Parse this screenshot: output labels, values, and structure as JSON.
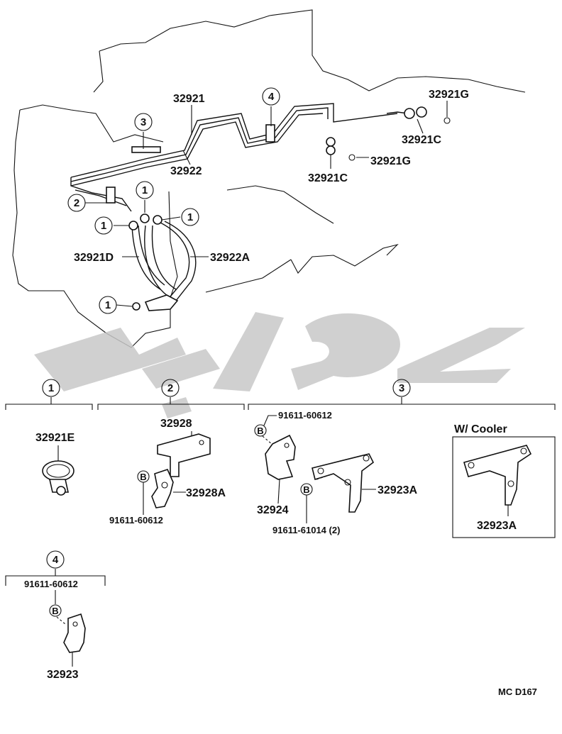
{
  "callout_numbers": {
    "c1": "1",
    "c2": "2",
    "c3": "3",
    "c4": "4"
  },
  "main_labels": {
    "p32921": "32921",
    "p32922": "32922",
    "p32921G_a": "32921G",
    "p32921C_a": "32921C",
    "p32921G_b": "32921G",
    "p32921C_b": "32921C",
    "p32921D": "32921D",
    "p32922A": "32922A"
  },
  "group1": {
    "callout": "1",
    "part": "32921E"
  },
  "group2": {
    "callout": "2",
    "bracket": "32928",
    "clamp": "32928A",
    "bolt_mark": "B",
    "bolt": "91611-60612"
  },
  "group3": {
    "callout": "3",
    "bolt_top_mark": "B",
    "bolt_top": "91611-60612",
    "bracket_small": "32924",
    "bracket_large": "32923A",
    "bolt_bottom_mark": "B",
    "bolt_bottom": "91611-61014 (2)",
    "cooler_title": "W/ Cooler",
    "cooler_part": "32923A"
  },
  "group4": {
    "callout": "4",
    "bolt": "91611-60612",
    "bolt_mark": "B",
    "part": "32923"
  },
  "footer": {
    "code": "MC  D167"
  },
  "watermark": {
    "color": "#c8c8c8"
  }
}
